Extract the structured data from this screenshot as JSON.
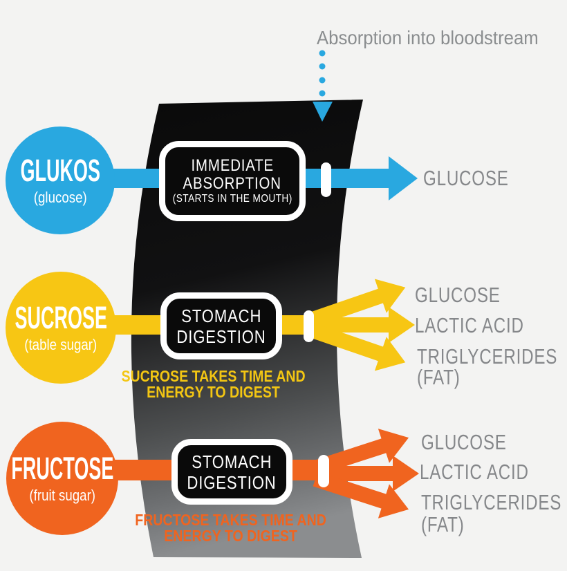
{
  "background": "#F3F3F2",
  "palette": {
    "blue": "#29A8E0",
    "yellow": "#F7C614",
    "caption_yellow": "#F3C613",
    "orange": "#F0641F",
    "label_gray": "#85878A",
    "header_gray": "#8A8D8F",
    "band_black": "#0A0A0A",
    "band_gray": "#8B8D8F",
    "white": "#FFFFFF"
  },
  "header": {
    "label": "Absorption into bloodstream"
  },
  "rows": [
    {
      "id": "glucose",
      "circle": {
        "title": "GLUKOS",
        "subtitle": "(glucose)"
      },
      "box": {
        "line1": "IMMEDIATE",
        "line2": "ABSORPTION",
        "line3": "(STARTS IN THE MOUTH)"
      },
      "outputs": [
        "GLUCOSE"
      ]
    },
    {
      "id": "sucrose",
      "circle": {
        "title": "SUCROSE",
        "subtitle": "(table sugar)"
      },
      "box": {
        "line1": "STOMACH",
        "line2": "DIGESTION"
      },
      "caption": {
        "line1": "SUCROSE TAKES TIME AND",
        "line2": "ENERGY TO DIGEST"
      },
      "outputs": [
        "GLUCOSE",
        "LACTIC ACID",
        "TRIGLYCERIDES",
        "(FAT)"
      ]
    },
    {
      "id": "fructose",
      "circle": {
        "title": "FRUCTOSE",
        "subtitle": "(fruit sugar)"
      },
      "box": {
        "line1": "STOMACH",
        "line2": "DIGESTION"
      },
      "caption": {
        "line1": "FRUCTOSE TAKES TIME AND",
        "line2": "ENERGY TO DIGEST"
      },
      "outputs": [
        "GLUCOSE",
        "LACTIC ACID",
        "TRIGLYCERIDES",
        "(FAT)"
      ]
    }
  ]
}
